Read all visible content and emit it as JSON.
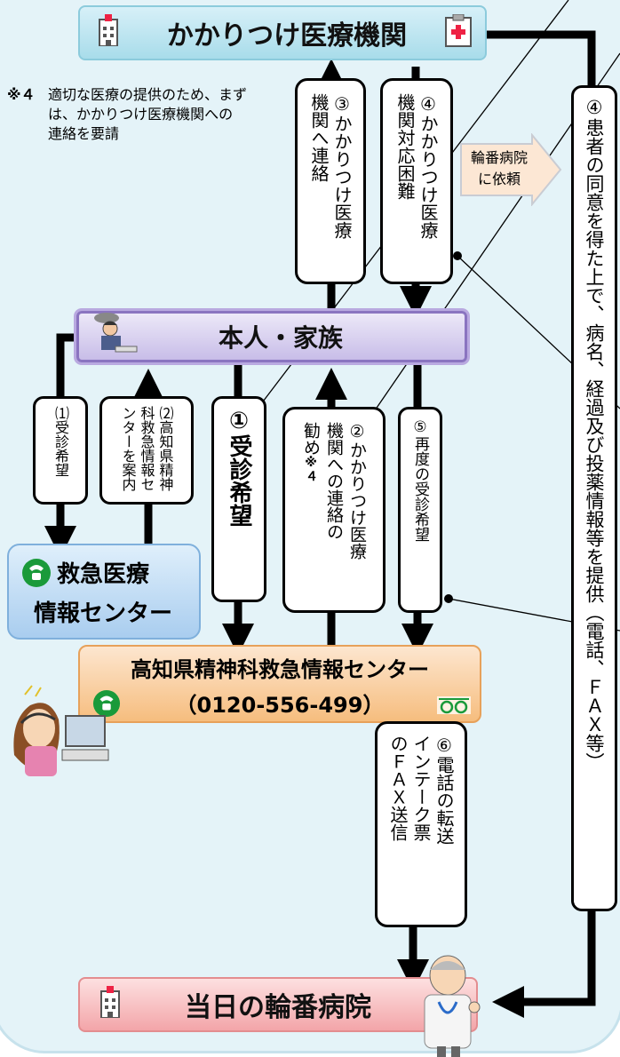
{
  "header_top": {
    "label": "かかりつけ医療機関"
  },
  "note4": {
    "mark": "※４",
    "text": "適切な医療の提供のため、まずは、かかりつけ医療機関への連絡を要請"
  },
  "patient": {
    "label": "本人・家族"
  },
  "emergency_center": {
    "line1": "救急医療",
    "line2": "情報センター"
  },
  "psych_center": {
    "name": "高知県精神科救急情報センター",
    "phone": "（0120-556-499）"
  },
  "rotation_hospital": {
    "label": "当日の輪番病院"
  },
  "request_bubble": {
    "line1": "輪番病院",
    "line2": "に依頼"
  },
  "steps": {
    "s3": {
      "mark": "③",
      "line1": "かかりつけ医療",
      "line2": "機関へ連絡"
    },
    "s4": {
      "mark": "④",
      "line1": "かかりつけ医療",
      "line2": "機関対応困難"
    },
    "s4b": {
      "mark": "④",
      "text": "患者の同意を得た上で、病名、経過及び投薬情報等を提供（電話、ＦＡＸ等）"
    },
    "s1small": {
      "mark": "⑴",
      "text": "受診希望"
    },
    "s2small": {
      "mark": "⑵",
      "line1": "高知県精神",
      "line2": "科救急情報セ",
      "line3": "ンターを案内"
    },
    "s1": {
      "mark": "①",
      "text": "受診希望"
    },
    "s2": {
      "mark": "②",
      "line1": "かかりつけ医療",
      "line2": "機関への連絡の",
      "line3": "勧め",
      "note": "※４"
    },
    "s5": {
      "mark": "⑤",
      "text": "再度の受診希望"
    },
    "s6": {
      "mark": "⑥",
      "line1": "電話の転送",
      "line2": "インテーク票",
      "line3": "のＦＡＸ送信"
    }
  },
  "colors": {
    "accent_blue": "#a8dcea",
    "accent_purple": "#8a74c0",
    "accent_orange": "#f6bd7e",
    "accent_pink": "#f3a5a9"
  },
  "icons": [
    "hospital-icon",
    "clipboard-cross-icon",
    "worried-person-icon",
    "phone-icon",
    "free-dial-icon",
    "operator-woman-icon",
    "doctor-icon"
  ]
}
